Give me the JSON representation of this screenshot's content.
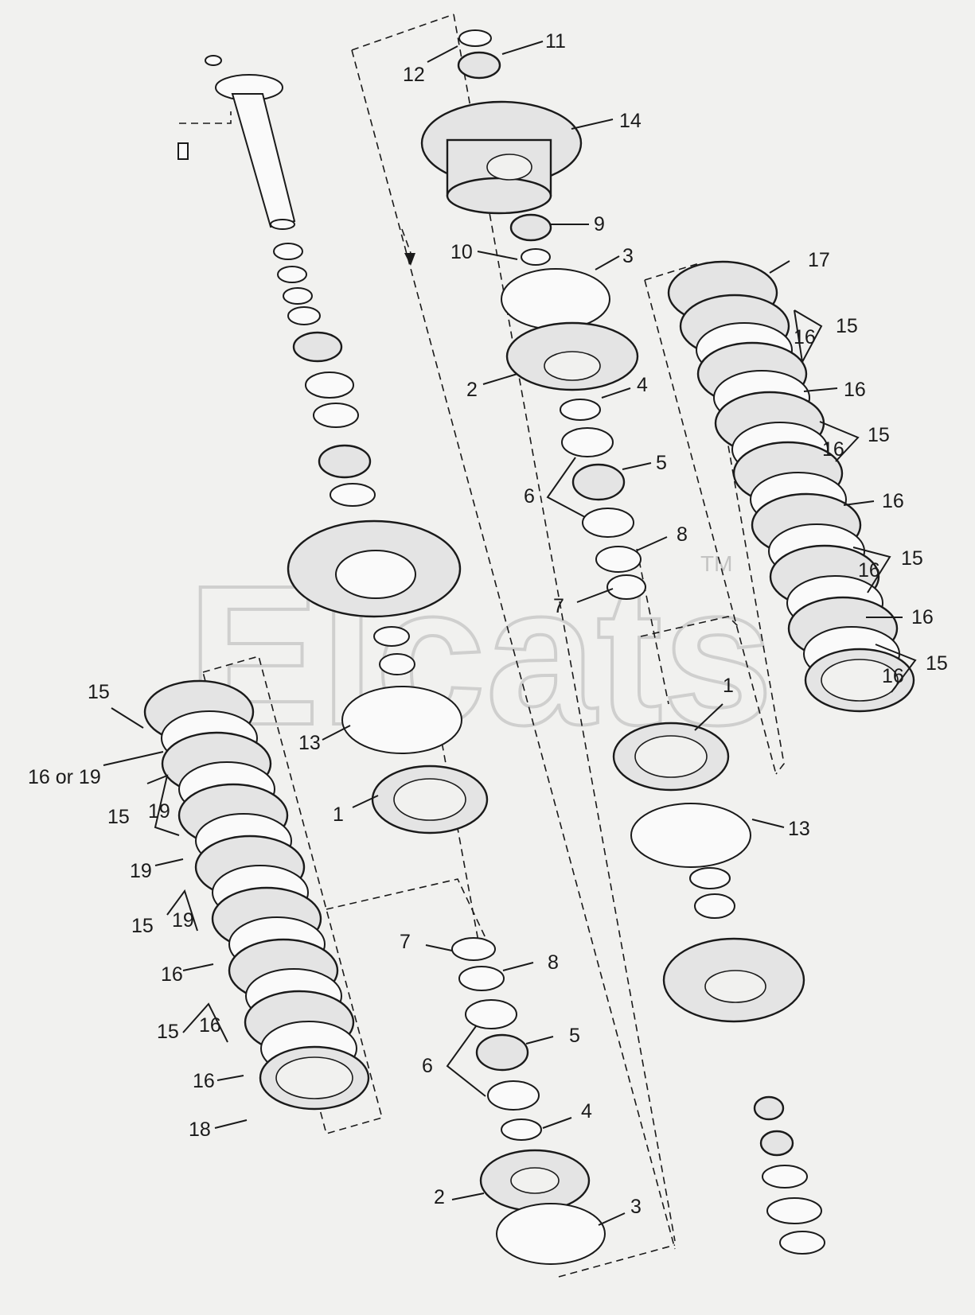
{
  "watermark": {
    "text": "Elcats",
    "tm": "TM"
  },
  "callouts": {
    "p11": "11",
    "p12": "12",
    "p14": "14",
    "p9": "9",
    "p10": "10",
    "p3a": "3",
    "p17": "17",
    "p15a": "15",
    "p16a": "16",
    "p2a": "2",
    "p4a": "4",
    "p16b": "16",
    "p15b": "15",
    "p16c": "16",
    "p5a": "5",
    "p6a": "6",
    "p16d": "16",
    "p8a": "8",
    "p15c": "15",
    "p16e": "16",
    "p7a": "7",
    "p16f": "16",
    "p15d": "15",
    "p16g": "16",
    "p1a": "1",
    "p15e": "15",
    "p13a": "13",
    "p16or19": "16 or 19",
    "p1b": "1",
    "p13b": "13",
    "p15f": "15",
    "p19a": "19",
    "p19b": "19",
    "p15g": "15",
    "p19c": "19",
    "p7b": "7",
    "p8b": "8",
    "p16h": "16",
    "p15h": "15",
    "p16i": "16",
    "p5b": "5",
    "p6b": "6",
    "p16j": "16",
    "p4b": "4",
    "p18": "18",
    "p2b": "2",
    "p3b": "3"
  }
}
